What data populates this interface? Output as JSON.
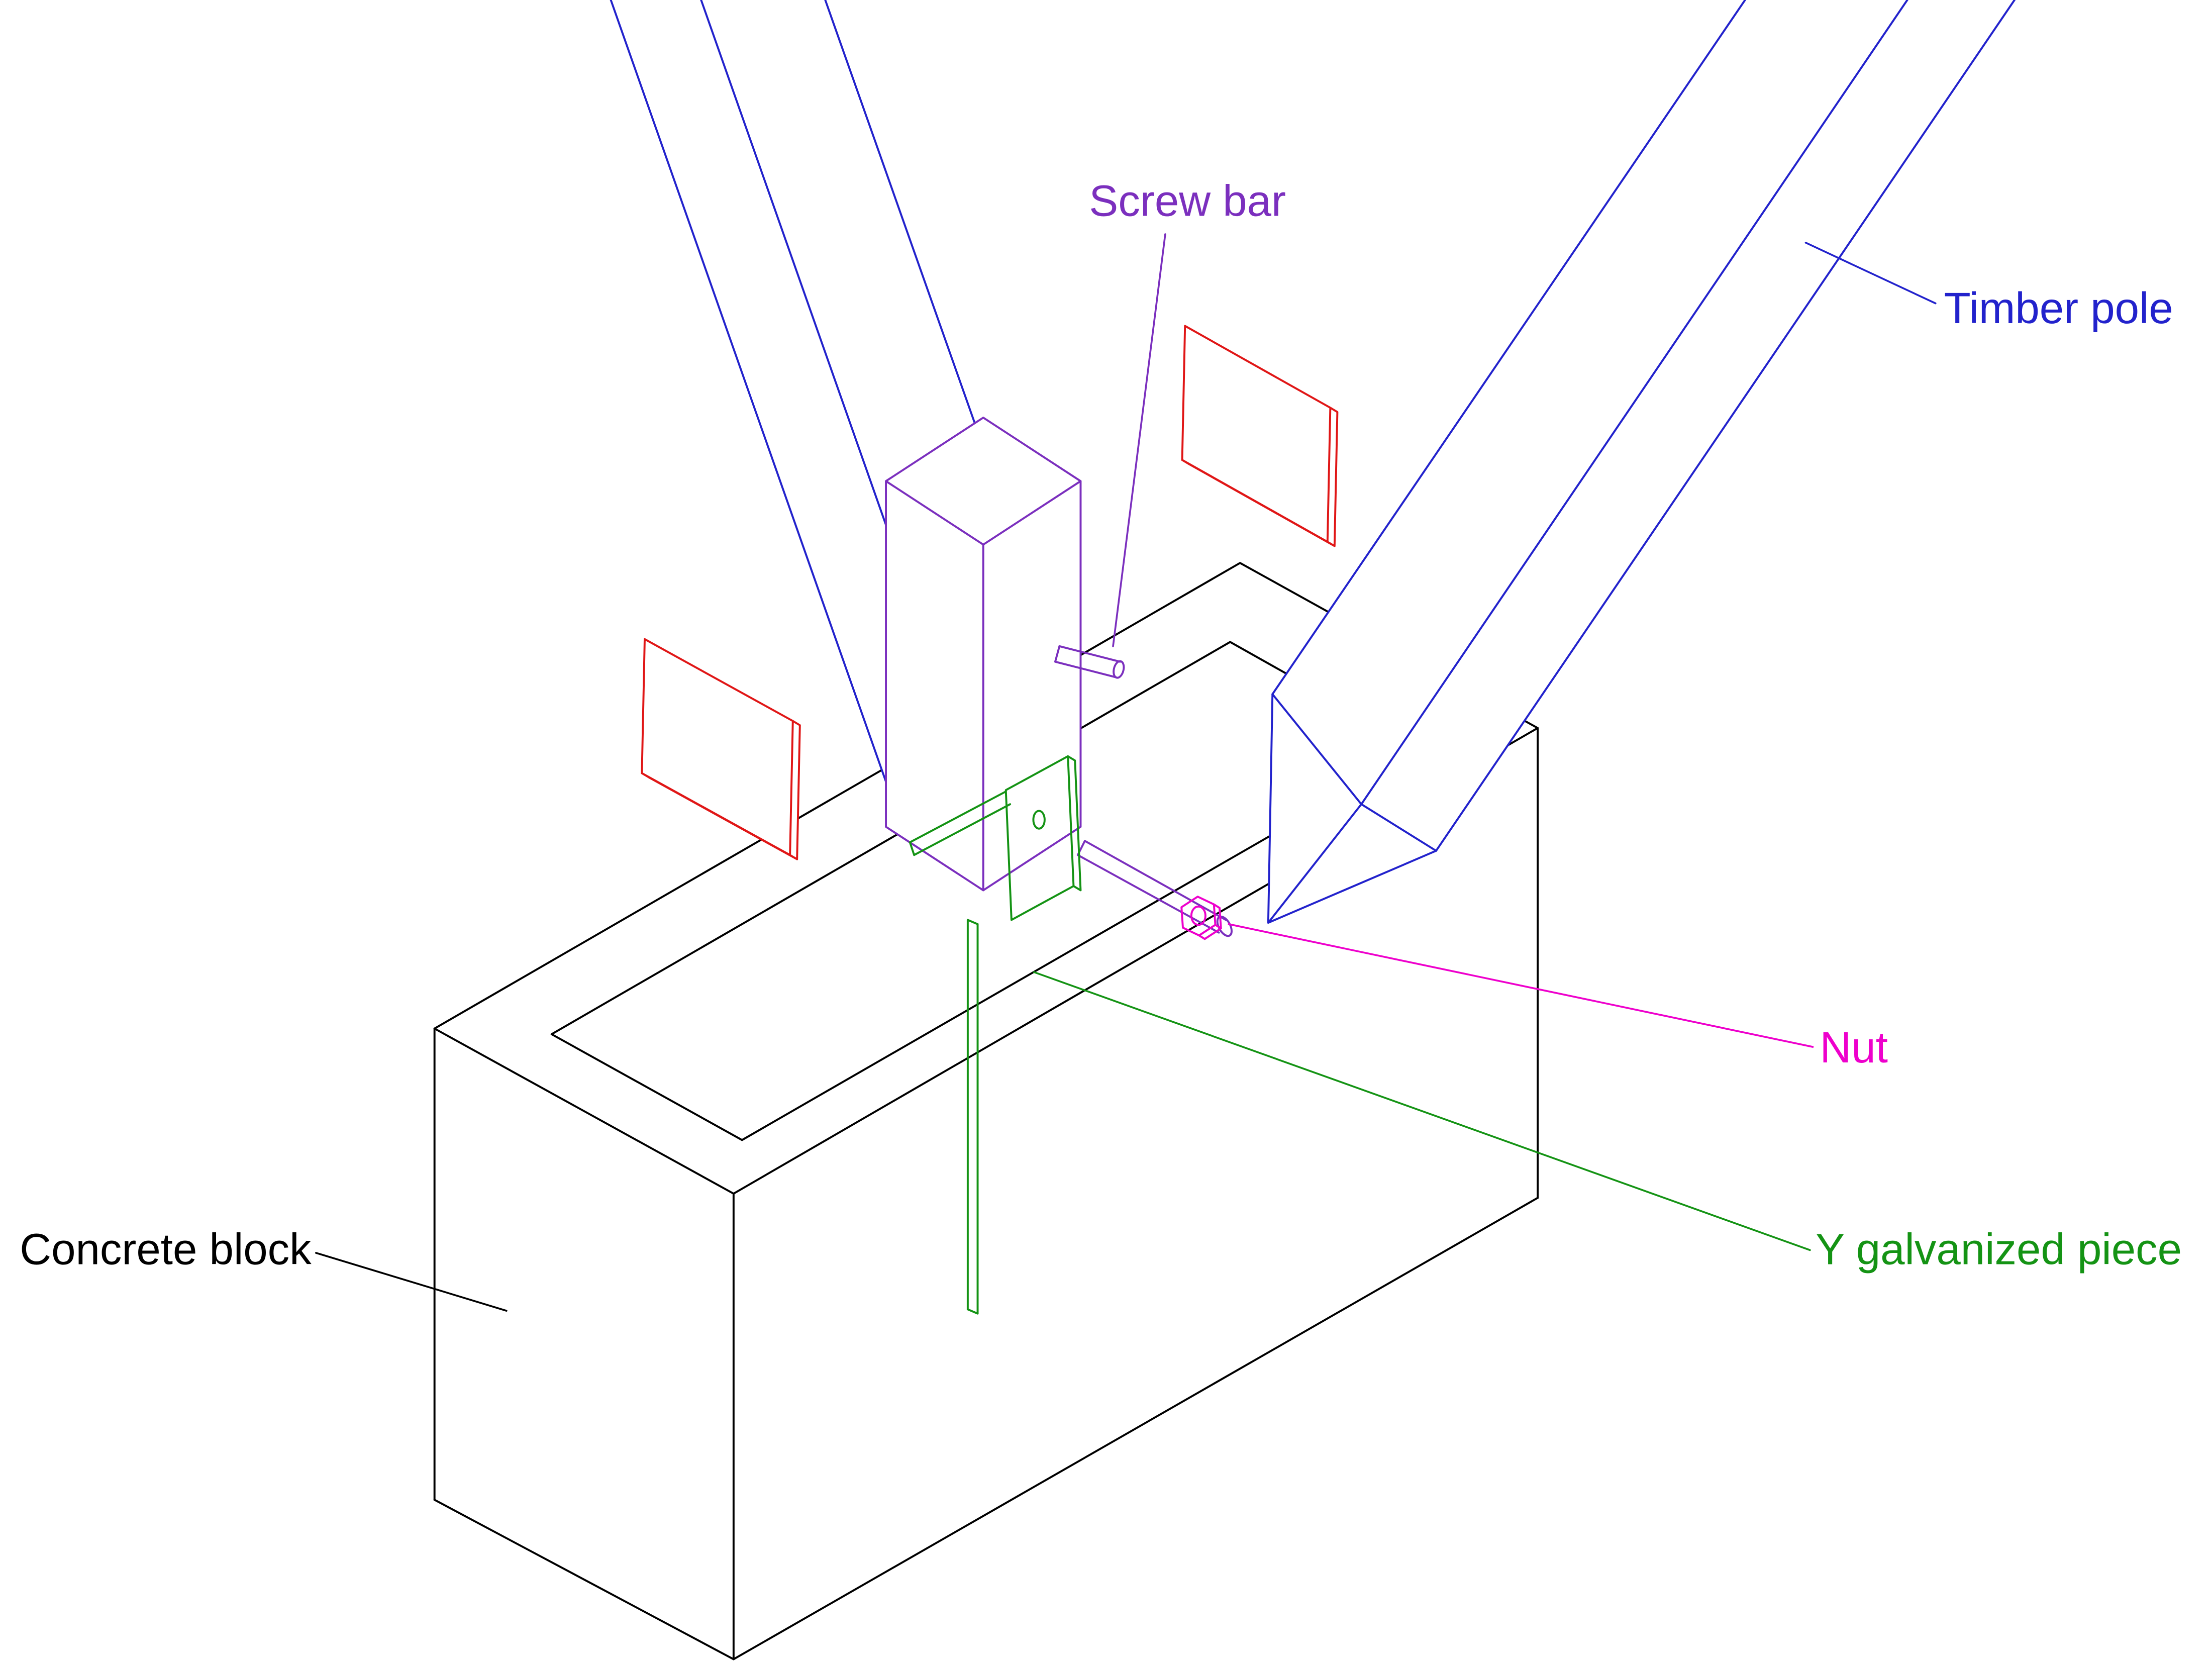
{
  "diagram": {
    "background": "#ffffff",
    "labels": {
      "screw_bar": {
        "text": "Screw bar",
        "color": "#7b2fbe"
      },
      "timber_pole": {
        "text": "Timber pole",
        "color": "#2222cc"
      },
      "nut": {
        "text": "Nut",
        "color": "#ee00cc"
      },
      "y_galvanized_piece": {
        "text": "Y galvanized piece",
        "color": "#149314"
      },
      "concrete_block": {
        "text": "Concrete block",
        "color": "#000000"
      }
    },
    "colors": {
      "concrete": "#000000",
      "timber_pole": "#2222cc",
      "screw_bar": "#7b2fbe",
      "steel_plate": "#e01616",
      "galvanized": "#149314",
      "nut": "#ee00cc"
    }
  }
}
